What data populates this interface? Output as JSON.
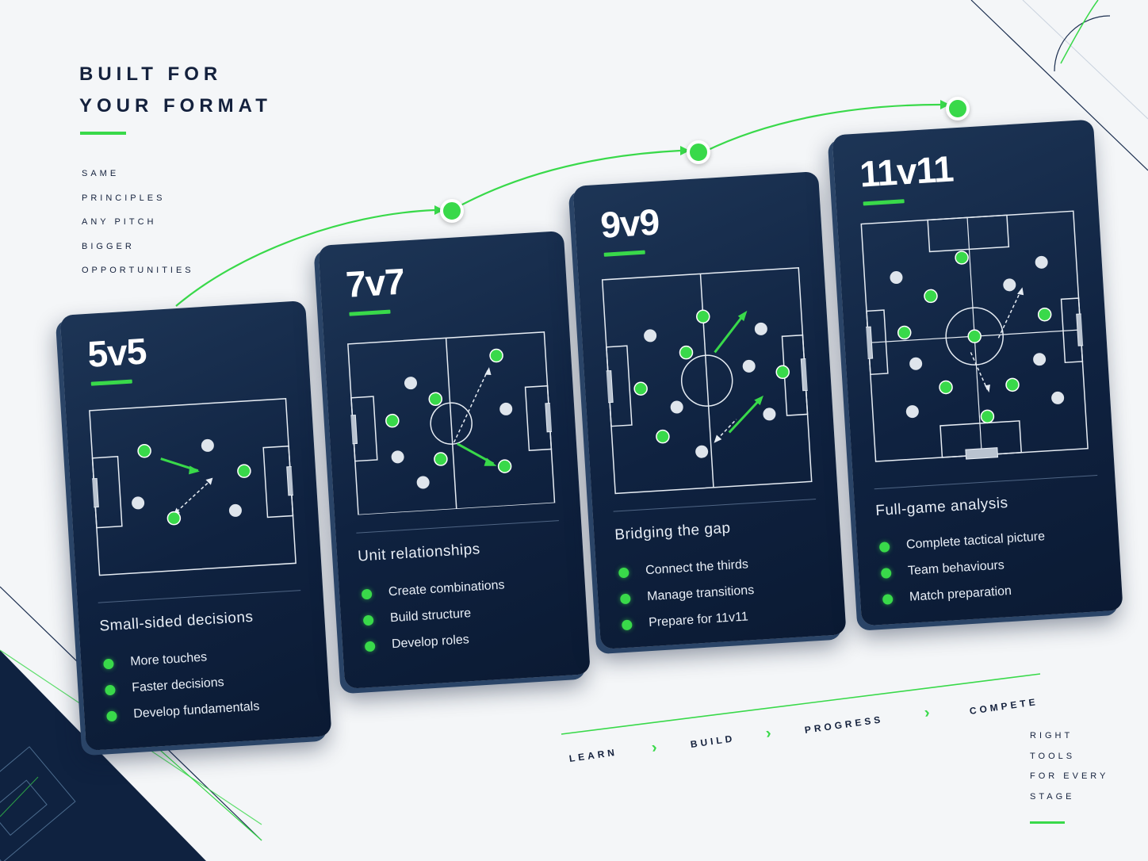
{
  "colors": {
    "navy": "#0f2240",
    "accent": "#39d94a",
    "background": "#f4f6f8",
    "text": "#14213d"
  },
  "header": {
    "lines": [
      "BUILT FOR",
      "YOUR FORMAT"
    ],
    "taglines": [
      "SAME",
      "PRINCIPLES",
      "ANY PITCH",
      "BIGGER",
      "OPPORTUNITIES"
    ]
  },
  "cards": [
    {
      "title": "5v5",
      "subtitle": "Small-sided decisions",
      "features": [
        "More touches",
        "Faster decisions",
        "Develop fundamentals"
      ]
    },
    {
      "title": "7v7",
      "subtitle": "Unit relationships",
      "features": [
        "Create combinations",
        "Build structure",
        "Develop roles"
      ]
    },
    {
      "title": "9v9",
      "subtitle": "Bridging the gap",
      "features": [
        "Connect the thirds",
        "Manage transitions",
        "Prepare for 11v11"
      ]
    },
    {
      "title": "11v11",
      "subtitle": "Full-game analysis",
      "features": [
        "Complete tactical picture",
        "Team behaviours",
        "Match preparation"
      ]
    }
  ],
  "progression": {
    "stages": [
      "LEARN",
      "BUILD",
      "PROGRESS",
      "COMPETE"
    ],
    "separator_icon": "chevron-right-icon"
  },
  "side_note": [
    "RIGHT",
    "TOOLS",
    "FOR EVERY",
    "STAGE"
  ]
}
